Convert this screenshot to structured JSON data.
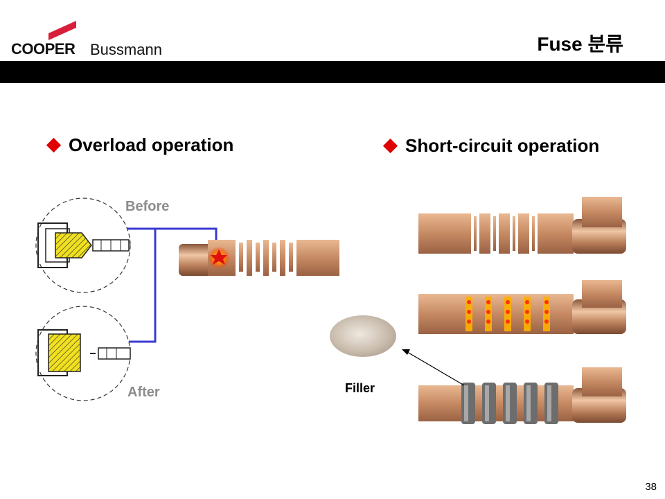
{
  "header": {
    "brand_primary": "COOPER",
    "brand_secondary": "Bussmann",
    "title": "Fuse 분류",
    "brand_color": "#d81e3a"
  },
  "sections": {
    "overload": {
      "heading": "Overload operation",
      "before_label": "Before",
      "after_label": "After"
    },
    "short_circuit": {
      "heading": "Short-circuit operation",
      "filler_label": "Filler"
    }
  },
  "colors": {
    "accent": "#e00000",
    "connector": "#3a3ad0",
    "copper": "#c8906a"
  },
  "footer": {
    "page_number": "38"
  }
}
